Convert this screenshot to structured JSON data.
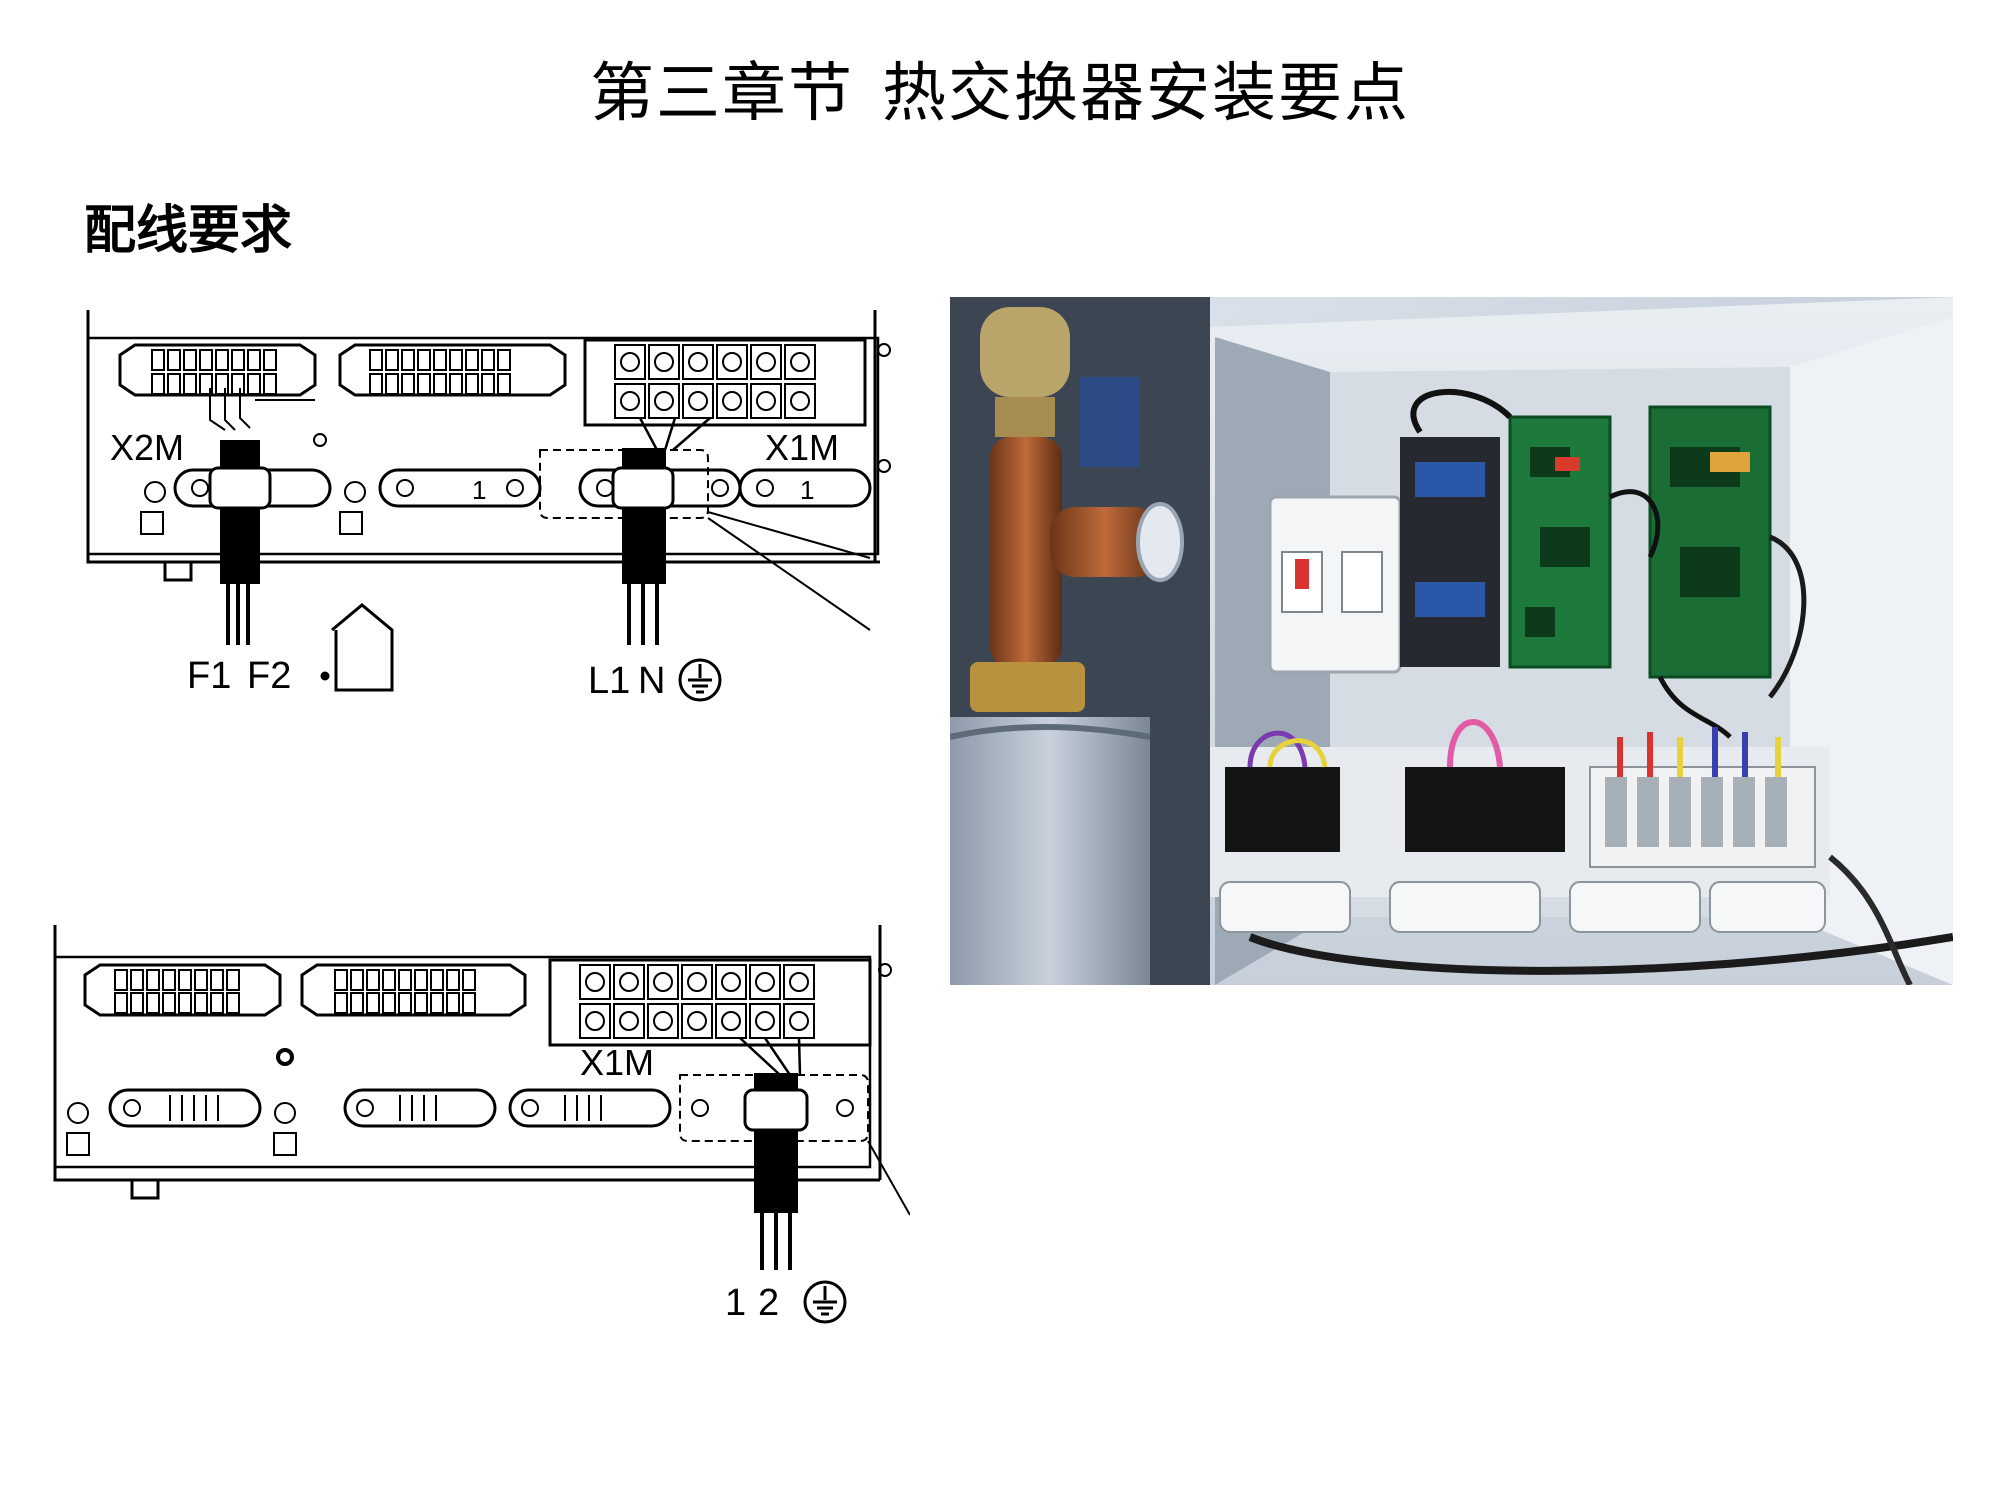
{
  "page": {
    "chapter": "第三章节",
    "title": "热交换器安装要点",
    "section": "配线要求"
  },
  "diagram_top": {
    "x2m_label": "X2M",
    "x1m_label": "X1M",
    "block_mark_a": "1",
    "block_mark_b": "1",
    "wire_f1": "F1",
    "wire_f2": "F2",
    "wire_l1": "L1",
    "wire_n": "N",
    "icons": [
      "house-icon",
      "ground-icon"
    ]
  },
  "diagram_bottom": {
    "x1m_label": "X1M",
    "wire_1": "1",
    "wire_2": "2",
    "icons": [
      "ground-icon"
    ]
  },
  "photo": {
    "subject": "heat-exchanger-control-box-photo"
  }
}
